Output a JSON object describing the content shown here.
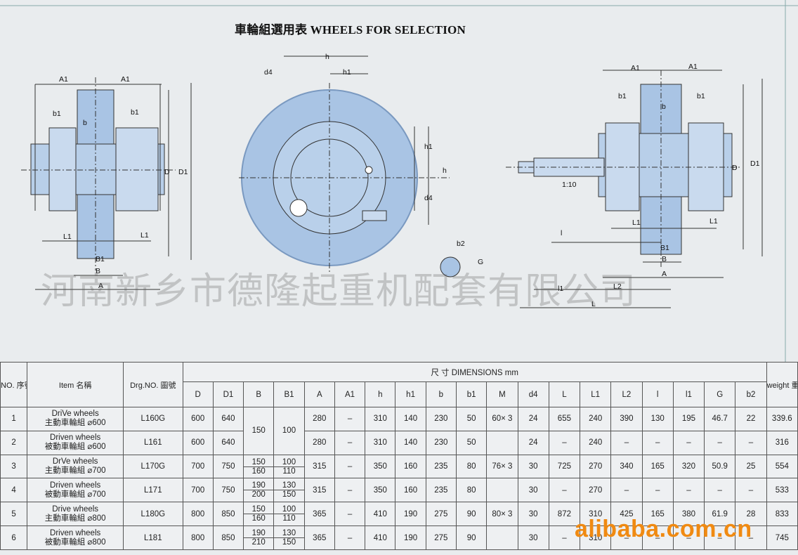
{
  "title": "車輪組選用表 WHEELS FOR SELECTION",
  "watermark": "河南新乡市德隆起重机配套有限公司",
  "brand": "alibaba.com.cn",
  "drawing_labels": {
    "left": [
      "A1",
      "A1",
      "b1",
      "b1",
      "b",
      "D",
      "D1",
      "L1",
      "L1",
      "B1",
      "B",
      "A"
    ],
    "center": [
      "d4",
      "h",
      "h1",
      "h1",
      "h",
      "d4",
      "b2",
      "G"
    ],
    "right": [
      "A1",
      "A1",
      "b1",
      "b1",
      "b",
      "D",
      "D1",
      "1:10",
      "L1",
      "L1",
      "B1",
      "B",
      "A",
      "l",
      "l1",
      "L2",
      "L"
    ]
  },
  "table": {
    "headers": {
      "no": "NO. 序號",
      "item": "Item 名稱",
      "drg": "Drg.NO. 圖號",
      "dimensions": "尺 寸 DIMENSIONS mm",
      "weight": "weight 重量",
      "cols": [
        "D",
        "D1",
        "B",
        "B1",
        "A",
        "A1",
        "h",
        "h1",
        "b",
        "b1",
        "M",
        "d4",
        "L",
        "L1",
        "L2",
        "l",
        "l1",
        "G",
        "b2"
      ]
    },
    "rows": [
      {
        "no": "1",
        "item_en": "DriVe wheels",
        "item_cn": "主動車輪組 ⌀600",
        "drg": "L160G",
        "D": "600",
        "D1": "640",
        "B": [
          "150"
        ],
        "B1": [
          "100"
        ],
        "A": "280",
        "A1": "–",
        "h": "310",
        "h1": "140",
        "b": "230",
        "b1": "50",
        "M": "60× 3",
        "d4": "24",
        "L": "655",
        "L1": "240",
        "L2": "390",
        "l": "130",
        "l1": "195",
        "G": "46.7",
        "b2": "22",
        "weight": "339.6"
      },
      {
        "no": "2",
        "item_en": "Driven wheels",
        "item_cn": "被動車輪組 ⌀600",
        "drg": "L161",
        "D": "600",
        "D1": "640",
        "B": [],
        "B1": [],
        "A": "280",
        "A1": "–",
        "h": "310",
        "h1": "140",
        "b": "230",
        "b1": "50",
        "M": "",
        "d4": "24",
        "L": "–",
        "L1": "240",
        "L2": "–",
        "l": "–",
        "l1": "–",
        "G": "–",
        "b2": "–",
        "weight": "316"
      },
      {
        "no": "3",
        "item_en": "DrVe wheels",
        "item_cn": "主動車輪組 ⌀700",
        "drg": "L170G",
        "D": "700",
        "D1": "750",
        "B": [
          "150",
          "160"
        ],
        "B1": [
          "100",
          "110"
        ],
        "A": "315",
        "A1": "–",
        "h": "350",
        "h1": "160",
        "b": "235",
        "b1": "80",
        "M": "76× 3",
        "d4": "30",
        "L": "725",
        "L1": "270",
        "L2": "340",
        "l": "165",
        "l1": "320",
        "G": "50.9",
        "b2": "25",
        "weight": "554"
      },
      {
        "no": "4",
        "item_en": "Driven wheels",
        "item_cn": "被動車輪組 ⌀700",
        "drg": "L171",
        "D": "700",
        "D1": "750",
        "B": [
          "190",
          "200"
        ],
        "B1": [
          "130",
          "150"
        ],
        "A": "315",
        "A1": "–",
        "h": "350",
        "h1": "160",
        "b": "235",
        "b1": "80",
        "M": "",
        "d4": "30",
        "L": "–",
        "L1": "270",
        "L2": "–",
        "l": "–",
        "l1": "–",
        "G": "–",
        "b2": "–",
        "weight": "533"
      },
      {
        "no": "5",
        "item_en": "Drive wheels",
        "item_cn": "主動車輪組 ⌀800",
        "drg": "L180G",
        "D": "800",
        "D1": "850",
        "B": [
          "150",
          "160"
        ],
        "B1": [
          "100",
          "110"
        ],
        "A": "365",
        "A1": "–",
        "h": "410",
        "h1": "190",
        "b": "275",
        "b1": "90",
        "M": "80× 3",
        "d4": "30",
        "L": "872",
        "L1": "310",
        "L2": "425",
        "l": "165",
        "l1": "380",
        "G": "61.9",
        "b2": "28",
        "weight": "833"
      },
      {
        "no": "6",
        "item_en": "Driven wheels",
        "item_cn": "被動車輪組 ⌀800",
        "drg": "L181",
        "D": "800",
        "D1": "850",
        "B": [
          "190",
          "210"
        ],
        "B1": [
          "130",
          "150"
        ],
        "A": "365",
        "A1": "–",
        "h": "410",
        "h1": "190",
        "b": "275",
        "b1": "90",
        "M": "",
        "d4": "30",
        "L": "–",
        "L1": "310",
        "L2": "–",
        "l": "–",
        "l1": "–",
        "G": "–",
        "b2": "–",
        "weight": "745"
      }
    ]
  }
}
